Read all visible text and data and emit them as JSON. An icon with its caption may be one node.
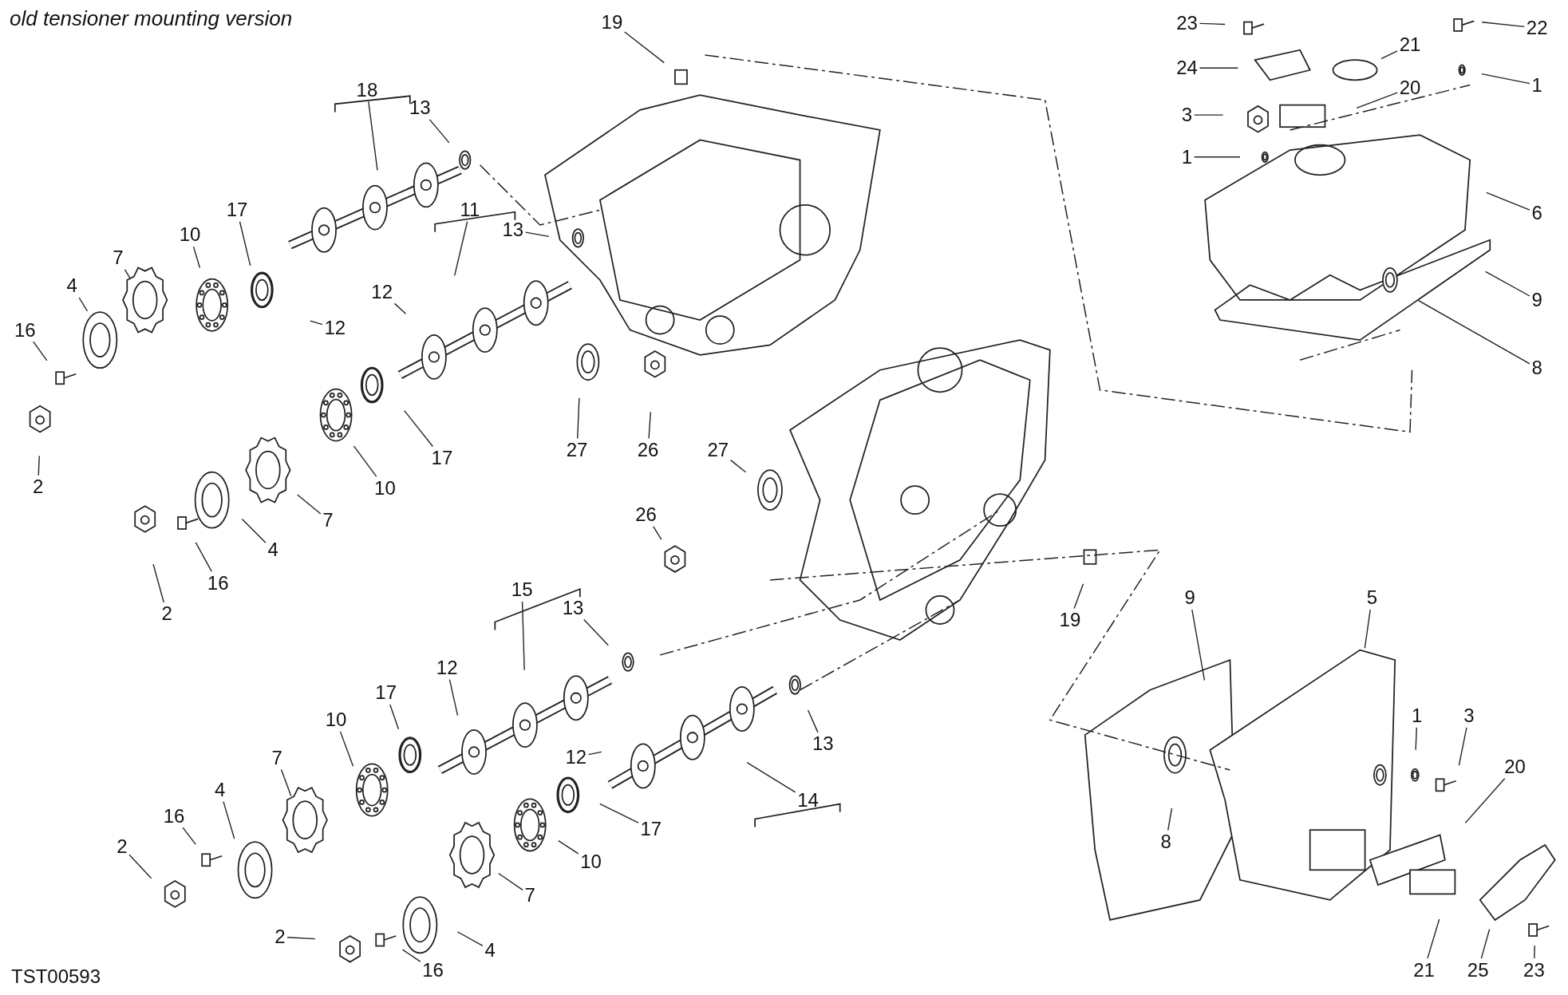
{
  "diagram": {
    "title": "old tensioner mounting version",
    "nodes": [
      {
        "text": [
          "19"
        ]
      },
      {
        "text": [
          "18"
        ]
      },
      {
        "text": [
          "13"
        ]
      },
      {
        "text": [
          "17"
        ]
      },
      {
        "text": [
          "10"
        ]
      },
      {
        "text": [
          "7"
        ]
      },
      {
        "text": [
          "4"
        ]
      },
      {
        "text": [
          "16"
        ]
      },
      {
        "text": [
          "2"
        ]
      },
      {
        "text": [
          "11"
        ]
      },
      {
        "text": [
          "13"
        ]
      },
      {
        "text": [
          "12"
        ]
      },
      {
        "text": [
          "12"
        ]
      },
      {
        "text": [
          "27"
        ]
      },
      {
        "text": [
          "26"
        ]
      },
      {
        "text": [
          "17"
        ]
      },
      {
        "text": [
          "10"
        ]
      },
      {
        "text": [
          "7"
        ]
      },
      {
        "text": [
          "4"
        ]
      },
      {
        "text": [
          "2"
        ]
      },
      {
        "text": [
          "16"
        ]
      },
      {
        "text": [
          "27"
        ]
      },
      {
        "text": [
          "26"
        ]
      },
      {
        "text": [
          "19"
        ]
      },
      {
        "text": [
          "15"
        ]
      },
      {
        "text": [
          "13"
        ]
      },
      {
        "text": [
          "12"
        ]
      },
      {
        "text": [
          "12"
        ]
      },
      {
        "text": [
          "17"
        ]
      },
      {
        "text": [
          "10"
        ]
      },
      {
        "text": [
          "7"
        ]
      },
      {
        "text": [
          "4"
        ]
      },
      {
        "text": [
          "16"
        ]
      },
      {
        "text": [
          "2"
        ]
      },
      {
        "text": [
          "13"
        ]
      },
      {
        "text": [
          "14"
        ]
      },
      {
        "text": [
          "17"
        ]
      },
      {
        "text": [
          "10"
        ]
      },
      {
        "text": [
          "7"
        ]
      },
      {
        "text": [
          "4"
        ]
      },
      {
        "text": [
          "2"
        ]
      },
      {
        "text": [
          "16"
        ]
      },
      {
        "text": [
          "23"
        ]
      },
      {
        "text": [
          "24"
        ]
      },
      {
        "text": [
          "21"
        ]
      },
      {
        "text": [
          "20"
        ]
      },
      {
        "text": [
          "3"
        ]
      },
      {
        "text": [
          "1"
        ]
      },
      {
        "text": [
          "22"
        ]
      },
      {
        "text": [
          "1"
        ]
      },
      {
        "text": [
          "6"
        ]
      },
      {
        "text": [
          "9"
        ]
      },
      {
        "text": [
          "8"
        ]
      },
      {
        "text": [
          "9"
        ]
      },
      {
        "text": [
          "5"
        ]
      },
      {
        "text": [
          "1"
        ]
      },
      {
        "text": [
          "3"
        ]
      },
      {
        "text": [
          "20"
        ]
      },
      {
        "text": [
          "8"
        ]
      },
      {
        "text": [
          "21"
        ]
      },
      {
        "text": [
          "25"
        ]
      },
      {
        "text": [
          "23"
        ]
      }
    ],
    "edges": [
      {
        "from": 0,
        "to": null,
        "arrow": "none"
      },
      {
        "from": 1,
        "to": null,
        "arrow": "none"
      },
      {
        "from": 2,
        "to": null,
        "arrow": "none"
      },
      {
        "from": 3,
        "to": null,
        "arrow": "none"
      },
      {
        "from": 4,
        "to": null,
        "arrow": "none"
      },
      {
        "from": 5,
        "to": null,
        "arrow": "none"
      },
      {
        "from": 6,
        "to": null,
        "arrow": "none"
      },
      {
        "from": 7,
        "to": null,
        "arrow": "none"
      },
      {
        "from": 8,
        "to": null,
        "arrow": "none"
      },
      {
        "from": 9,
        "to": null,
        "arrow": "none"
      },
      {
        "from": 10,
        "to": null,
        "arrow": "none"
      },
      {
        "from": 11,
        "to": null,
        "arrow": "none"
      },
      {
        "from": 12,
        "to": null,
        "arrow": "none"
      },
      {
        "from": 13,
        "to": null,
        "arrow": "none"
      },
      {
        "from": 14,
        "to": null,
        "arrow": "none"
      },
      {
        "from": 15,
        "to": null,
        "arrow": "none"
      },
      {
        "from": 16,
        "to": null,
        "arrow": "none"
      },
      {
        "from": 17,
        "to": null,
        "arrow": "none"
      },
      {
        "from": 18,
        "to": null,
        "arrow": "none"
      },
      {
        "from": 19,
        "to": null,
        "arrow": "none"
      },
      {
        "from": 20,
        "to": null,
        "arrow": "none"
      },
      {
        "from": 21,
        "to": null,
        "arrow": "none"
      },
      {
        "from": 22,
        "to": null,
        "arrow": "none"
      },
      {
        "from": 23,
        "to": null,
        "arrow": "none"
      },
      {
        "from": 24,
        "to": null,
        "arrow": "none"
      },
      {
        "from": 25,
        "to": null,
        "arrow": "none"
      },
      {
        "from": 26,
        "to": null,
        "arrow": "none"
      },
      {
        "from": 27,
        "to": null,
        "arrow": "none"
      },
      {
        "from": 28,
        "to": null,
        "arrow": "none"
      },
      {
        "from": 29,
        "to": null,
        "arrow": "none"
      },
      {
        "from": 30,
        "to": null,
        "arrow": "none"
      },
      {
        "from": 31,
        "to": null,
        "arrow": "none"
      },
      {
        "from": 32,
        "to": null,
        "arrow": "none"
      },
      {
        "from": 33,
        "to": null,
        "arrow": "none"
      },
      {
        "from": 34,
        "to": null,
        "arrow": "none"
      },
      {
        "from": 35,
        "to": null,
        "arrow": "none"
      },
      {
        "from": 36,
        "to": null,
        "arrow": "none"
      },
      {
        "from": 37,
        "to": null,
        "arrow": "none"
      },
      {
        "from": 38,
        "to": null,
        "arrow": "none"
      },
      {
        "from": 39,
        "to": null,
        "arrow": "none"
      },
      {
        "from": 40,
        "to": null,
        "arrow": "none"
      },
      {
        "from": 41,
        "to": null,
        "arrow": "none"
      },
      {
        "from": 42,
        "to": null,
        "arrow": "none"
      },
      {
        "from": 43,
        "to": null,
        "arrow": "none"
      },
      {
        "from": 44,
        "to": null,
        "arrow": "none"
      },
      {
        "from": 45,
        "to": null,
        "arrow": "none"
      },
      {
        "from": 46,
        "to": null,
        "arrow": "none"
      },
      {
        "from": 47,
        "to": null,
        "arrow": "none"
      },
      {
        "from": 48,
        "to": null,
        "arrow": "none"
      },
      {
        "from": 49,
        "to": null,
        "arrow": "none"
      },
      {
        "from": 50,
        "to": null,
        "arrow": "none"
      },
      {
        "from": 51,
        "to": null,
        "arrow": "none"
      },
      {
        "from": 52,
        "to": null,
        "arrow": "none"
      },
      {
        "from": 53,
        "to": null,
        "arrow": "none"
      },
      {
        "from": 54,
        "to": null,
        "arrow": "none"
      },
      {
        "from": 55,
        "to": null,
        "arrow": "none"
      },
      {
        "from": 56,
        "to": null,
        "arrow": "none"
      },
      {
        "from": 57,
        "to": null,
        "arrow": "none"
      },
      {
        "from": 58,
        "to": null,
        "arrow": "none"
      },
      {
        "from": 59,
        "to": null,
        "arrow": "none"
      },
      {
        "from": 60,
        "to": null,
        "arrow": "none"
      },
      {
        "from": 61,
        "to": null,
        "arrow": "none"
      }
    ],
    "labels": [
      "TST00593"
    ]
  }
}
